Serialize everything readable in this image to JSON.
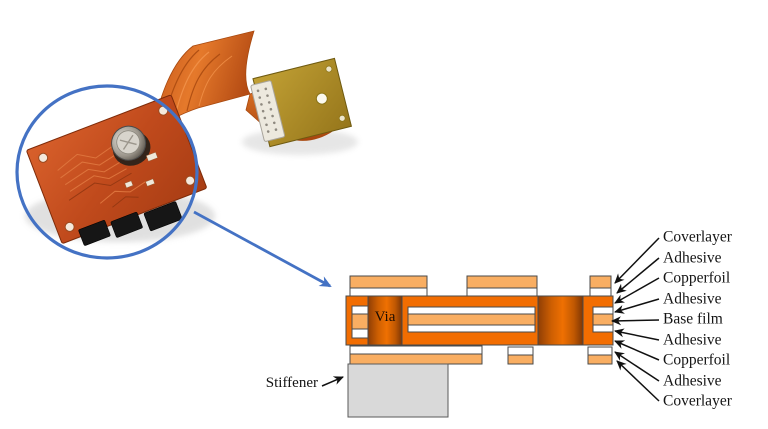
{
  "cross_section": {
    "via_label": "Via",
    "stiffener_label": "Stiffener",
    "layer_labels": [
      "Coverlayer",
      "Adhesive",
      "Copperfoil",
      "Adhesive",
      "Base film",
      "Adhesive",
      "Copperfoil",
      "Adhesive",
      "Coverlayer"
    ]
  },
  "colors": {
    "coverlayer": "#F9AE62",
    "adhesive": "#FFFFFF",
    "copperfoil": "#F26D01",
    "base_film": "#F9AE62",
    "stiffener": "#D9D9D9",
    "layer_outline": "#4a4a4a",
    "annotation_arrow": "#111111",
    "callout_blue": "#4472C4",
    "board_orange": "#C04A1C",
    "flex_cable_orange": "#D4651A",
    "gold_board": "#AE8B26"
  }
}
